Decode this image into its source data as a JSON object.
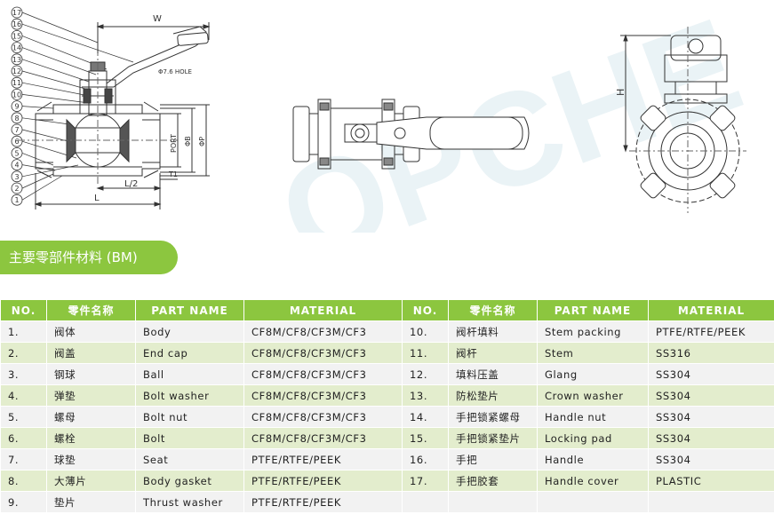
{
  "drawing": {
    "balloons": [
      "17",
      "16",
      "15",
      "14",
      "13",
      "12",
      "11",
      "10",
      "9",
      "8",
      "7",
      "6",
      "5",
      "4",
      "3",
      "2",
      "1"
    ],
    "dim_w": "W",
    "dim_h": "H",
    "dim_l": "L",
    "dim_l2": "L/2",
    "dim_t1": "T1",
    "dim_port": "PORT",
    "dim_b": "ΦB",
    "dim_p": "ΦP",
    "hole_note": "Φ7.6 HOLE",
    "watermark": "OPCHE"
  },
  "section_title": "主要零部件材料 (BM)",
  "table": {
    "headers": [
      "NO.",
      "零件名称",
      "PART NAME",
      "MATERIAL",
      "NO.",
      "零件名称",
      "PART NAME",
      "MATERIAL"
    ],
    "rows": [
      [
        "1.",
        "阀体",
        "Body",
        "CF8M/CF8/CF3M/CF3",
        "10.",
        "阀杆填料",
        "Stem packing",
        "PTFE/RTFE/PEEK"
      ],
      [
        "2.",
        "阀盖",
        "End cap",
        "CF8M/CF8/CF3M/CF3",
        "11.",
        "阀杆",
        "Stem",
        "SS316"
      ],
      [
        "3.",
        "钢球",
        "Ball",
        "CF8M/CF8/CF3M/CF3",
        "12.",
        "填料压盖",
        "Glang",
        "SS304"
      ],
      [
        "4.",
        "弹垫",
        "Bolt washer",
        "CF8M/CF8/CF3M/CF3",
        "13.",
        "防松垫片",
        "Crown washer",
        "SS304"
      ],
      [
        "5.",
        "螺母",
        "Bolt nut",
        "CF8M/CF8/CF3M/CF3",
        "14.",
        "手把锁紧螺母",
        "Handle nut",
        "SS304"
      ],
      [
        "6.",
        "螺栓",
        "Bolt",
        "CF8M/CF8/CF3M/CF3",
        "15.",
        "手把锁紧垫片",
        "Locking pad",
        "SS304"
      ],
      [
        "7.",
        "球垫",
        "Seat",
        "PTFE/RTFE/PEEK",
        "16.",
        "手把",
        "Handle",
        "SS304"
      ],
      [
        "8.",
        "大薄片",
        "Body gasket",
        "PTFE/RTFE/PEEK",
        "17.",
        "手把胶套",
        "Handle cover",
        "PLASTIC"
      ],
      [
        "9.",
        "垫片",
        "Thrust washer",
        "PTFE/RTFE/PEEK",
        "",
        "",
        "",
        ""
      ]
    ]
  }
}
